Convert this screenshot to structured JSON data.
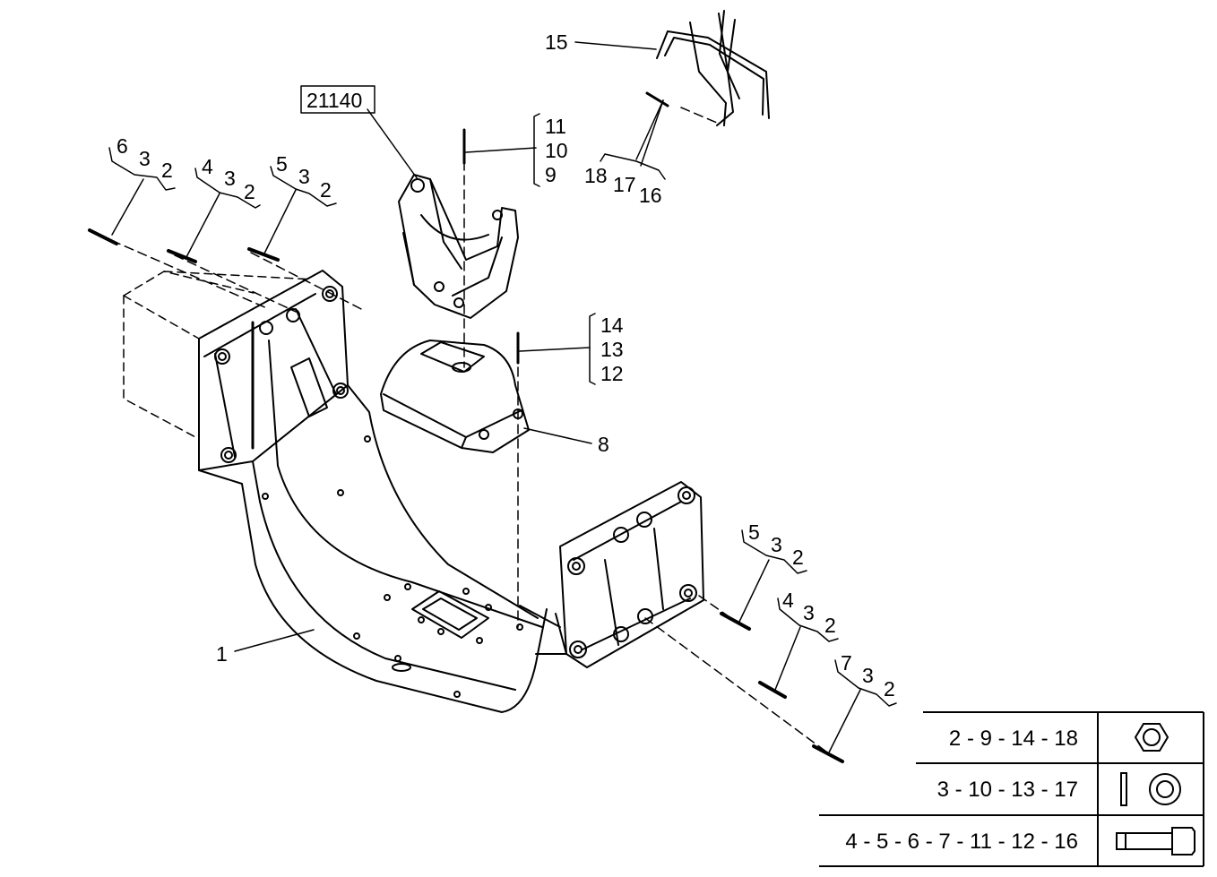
{
  "diagram": {
    "ref_box": "21140",
    "callouts": {
      "c1": "1",
      "c8": "8",
      "c15": "15",
      "top_left_group_a": [
        "6",
        "3",
        "2"
      ],
      "top_left_group_b": [
        "4",
        "3",
        "2"
      ],
      "top_left_group_c": [
        "5",
        "3",
        "2"
      ],
      "bracket_bolt_group": [
        "11",
        "10",
        "9"
      ],
      "mount_bolt_group": [
        "14",
        "13",
        "12"
      ],
      "clip_group": [
        "18",
        "17",
        "16"
      ],
      "right_group_a": [
        "5",
        "3",
        "2"
      ],
      "right_group_b": [
        "4",
        "3",
        "2"
      ],
      "right_group_c": [
        "7",
        "3",
        "2"
      ]
    },
    "legend": [
      {
        "label": "2 - 9 - 14 - 18",
        "icon": "hex-nut-icon"
      },
      {
        "label": "3 - 10 - 13 - 17",
        "icon": "washer-icon"
      },
      {
        "label": "4 - 5 - 6 - 7 - 11 - 12 - 16",
        "icon": "bolt-icon"
      }
    ]
  }
}
